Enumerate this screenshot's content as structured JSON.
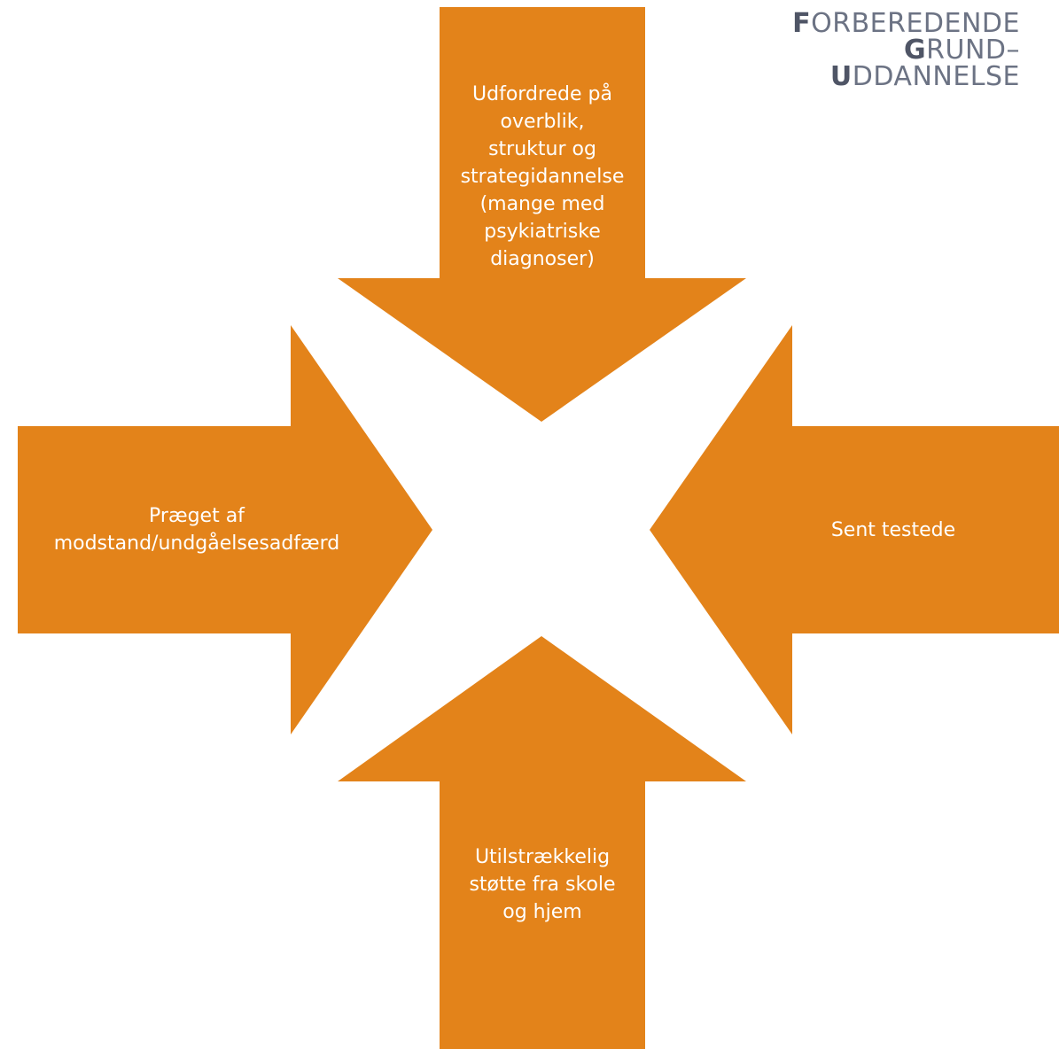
{
  "logo": {
    "line1_initial": "F",
    "line1_rest": "ORBEREDENDE",
    "line2_initial": "G",
    "line2_rest": "RUND–",
    "line3_initial": "U",
    "line3_rest": "DDANNELSE"
  },
  "arrows": {
    "top": "Udfordrede på\noverblik,\nstruktur og\nstrategidannelse\n(mange med\npsykiatriske\ndiagnoser)",
    "left": "Præget af\nmodstand/undgåelsesadfærd",
    "right": "Sent testede",
    "bottom": "Utilstrækkelig\nstøtte fra skole\nog hjem"
  },
  "colors": {
    "arrow_fill": "#E3831A",
    "label_text": "#FFFFFF",
    "logo_text": "#6C7384"
  }
}
